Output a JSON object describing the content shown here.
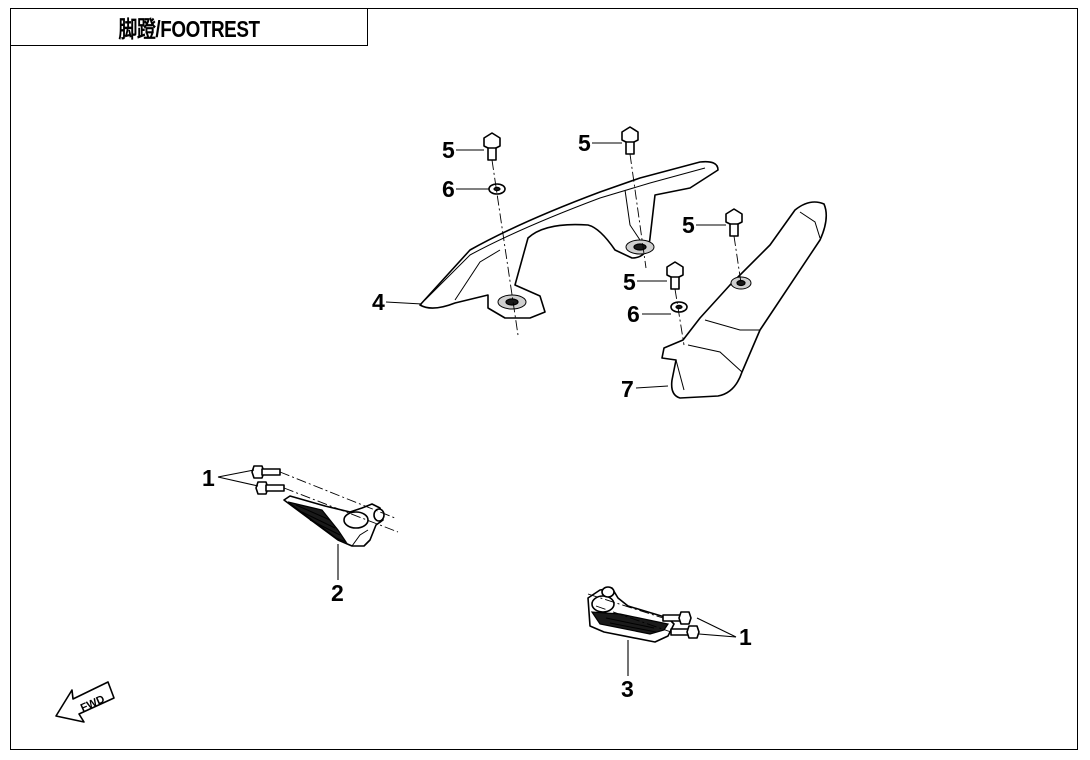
{
  "diagram": {
    "title": "脚蹬/FOOTREST",
    "fwd_label": "FWD",
    "callouts": {
      "c1a": "1",
      "c1b": "1",
      "c2": "2",
      "c3": "3",
      "c4": "4",
      "c5a": "5",
      "c5b": "5",
      "c5c": "5",
      "c5d": "5",
      "c6a": "6",
      "c6b": "6",
      "c7": "7"
    }
  }
}
